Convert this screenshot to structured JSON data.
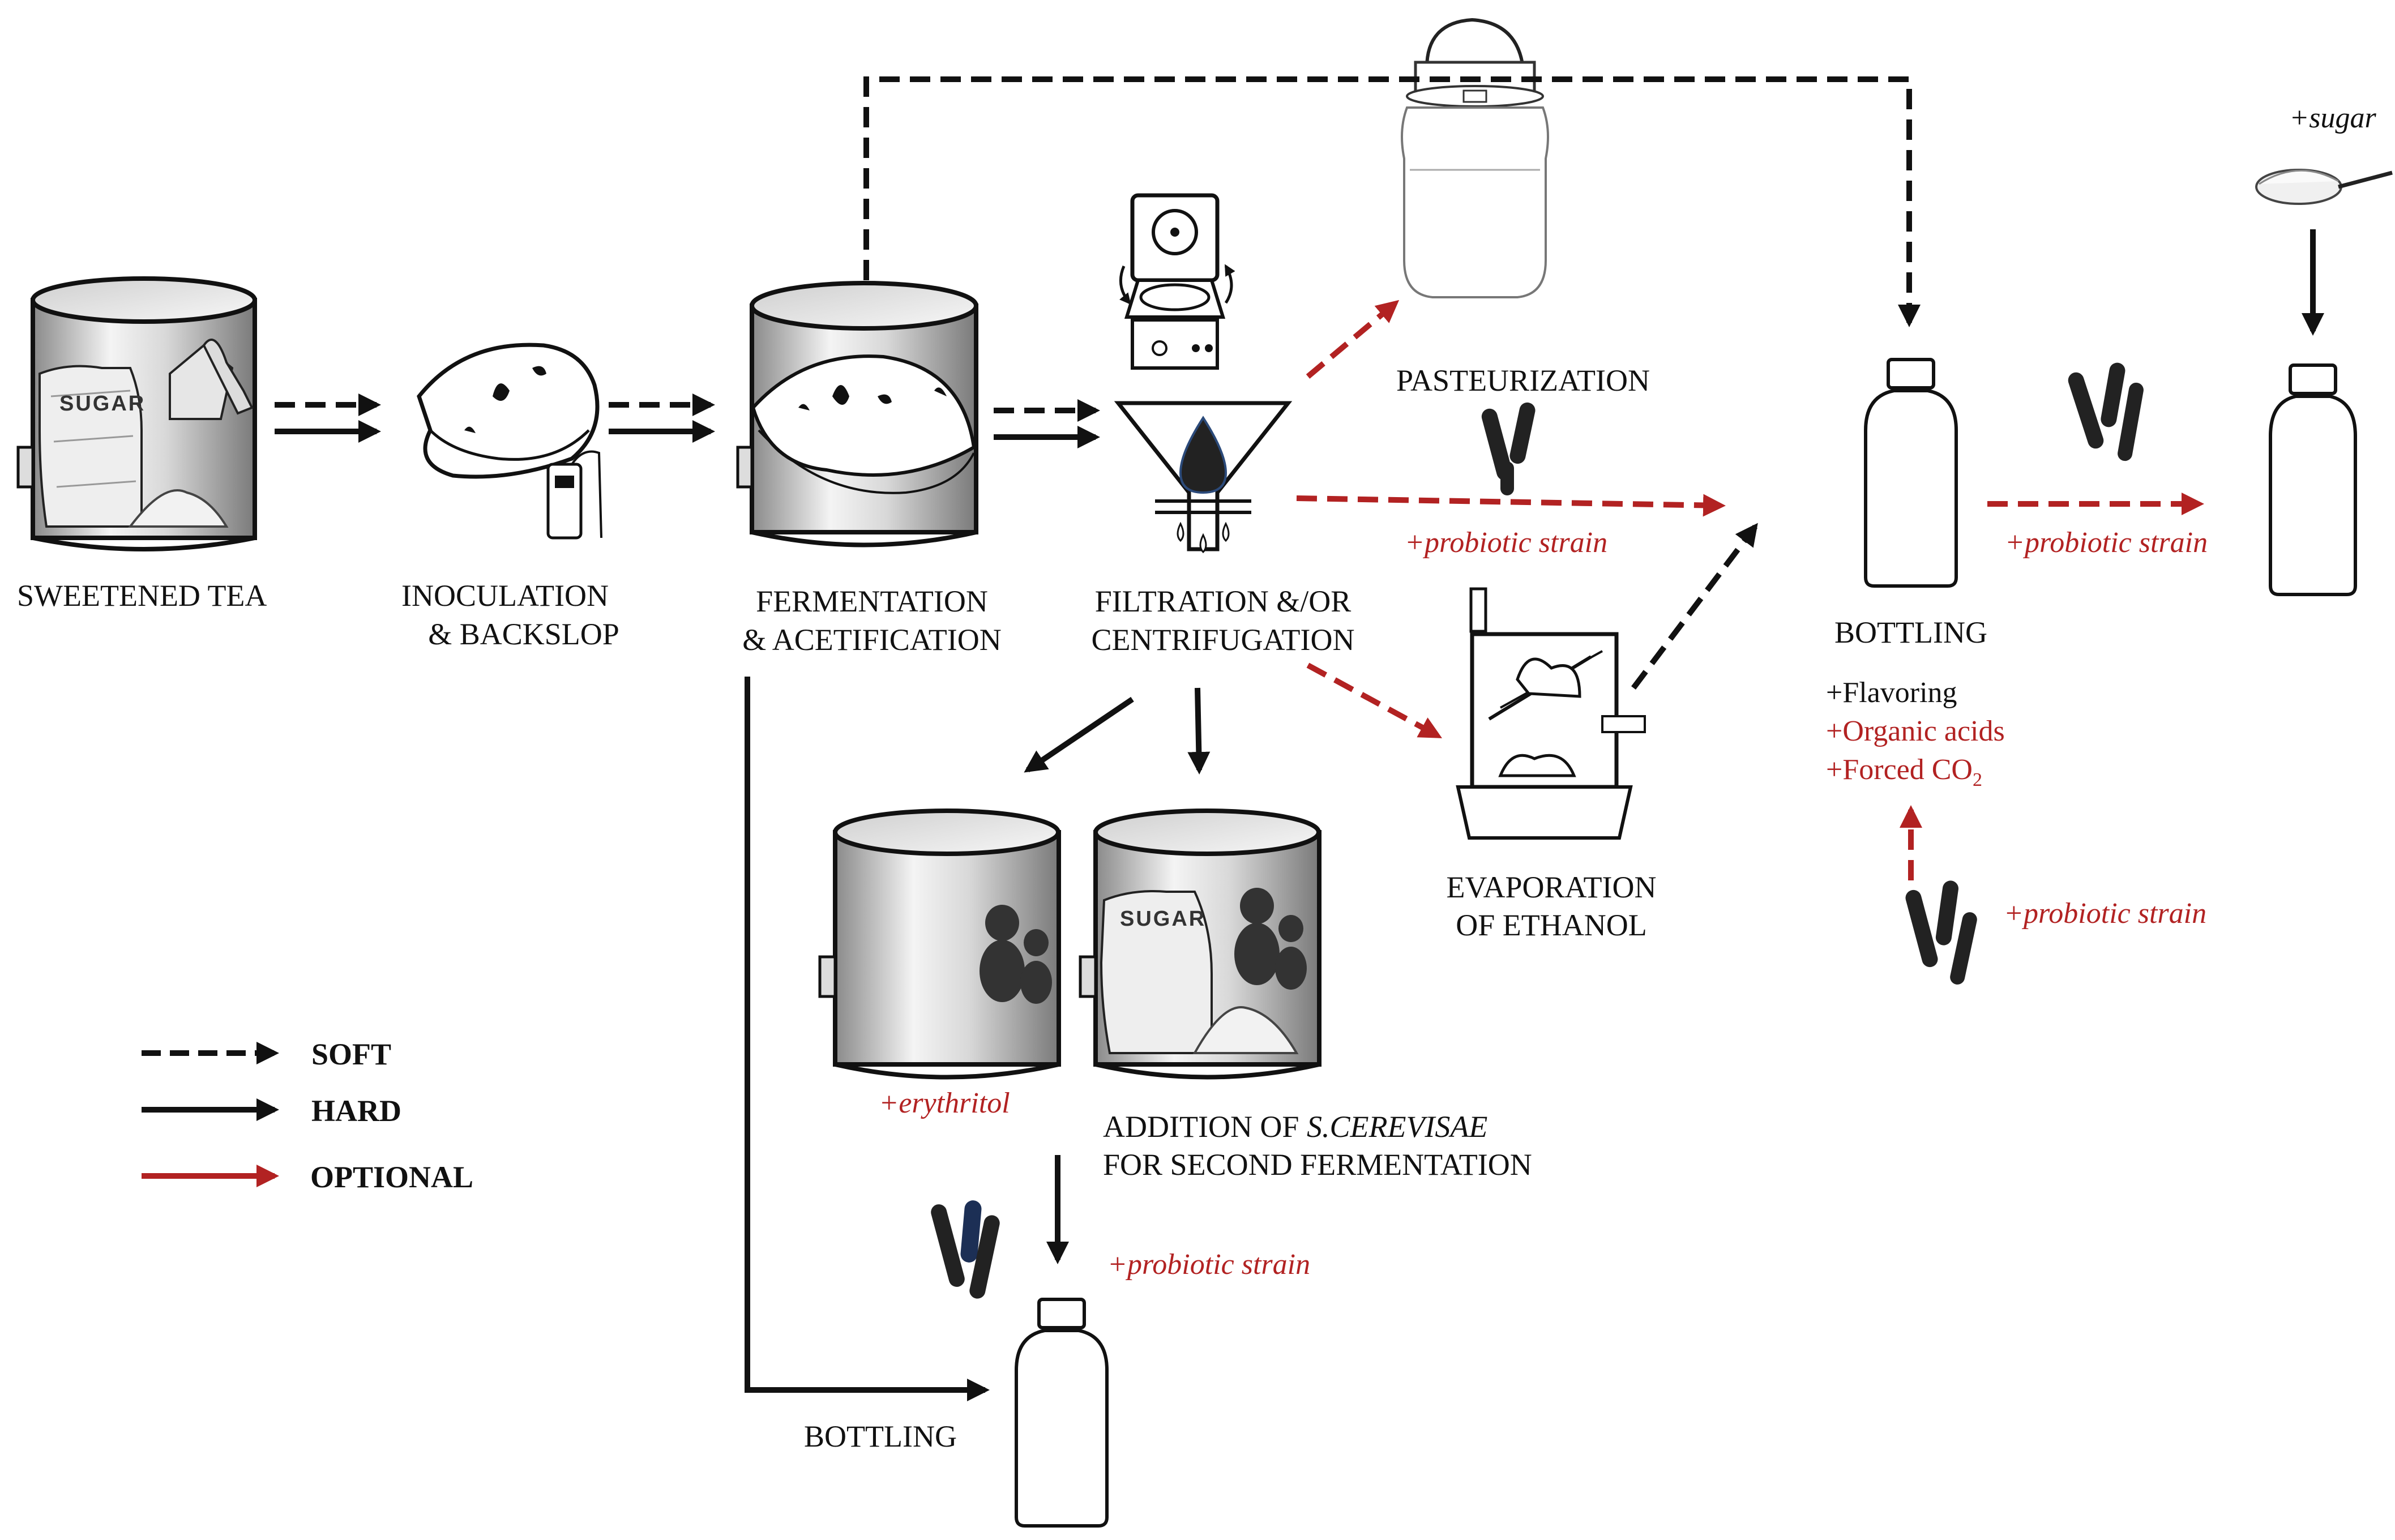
{
  "colors": {
    "hard": "#111111",
    "soft": "#111111",
    "optional": "#b22222",
    "probiotic_text": "#b22222"
  },
  "stages": {
    "sweetened_tea": "SWEETENED TEA",
    "inoculation_1": "INOCULATION",
    "inoculation_2": "& BACKSLOP",
    "fermentation_1": "FERMENTATION",
    "fermentation_2": "& ACETIFICATION",
    "filtration_1": "FILTRATION &/OR",
    "filtration_2": "CENTRIFUGATION",
    "pasteurization": "PASTEURIZATION",
    "evaporation_1": "EVAPORATION",
    "evaporation_2": "OF ETHANOL",
    "bottling_right": "BOTTLING",
    "bottling_bottom": "BOTTLING",
    "second_ferm_1_prefix": "ADDITION OF ",
    "second_ferm_1_italic": "S.CEREVISAE",
    "second_ferm_2": "FOR SECOND FERMENTATION"
  },
  "additions": {
    "probiotic_1": "+probiotic strain",
    "probiotic_2": "+probiotic strain",
    "probiotic_3": "+probiotic strain",
    "probiotic_4": "+probiotic strain",
    "erythritol": "+erythritol",
    "sugar": "+sugar",
    "flavoring": "+Flavoring",
    "organic_acids": "+Organic acids",
    "forced_co2": "+Forced CO",
    "co2_subscript": "2"
  },
  "icons": {
    "bag_label_1": "SUGAR",
    "bag_label_2": "SUGAR"
  },
  "legend": {
    "soft": "SOFT",
    "hard": "HARD",
    "optional": "OPTIONAL"
  }
}
